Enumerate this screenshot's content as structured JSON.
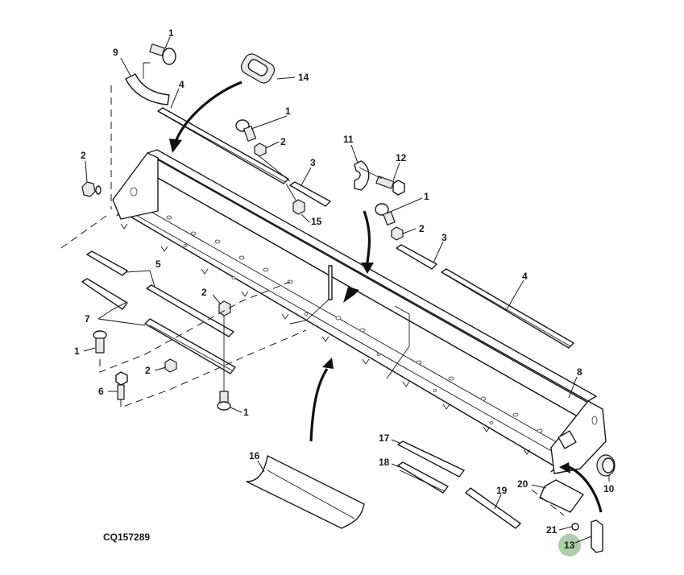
{
  "figure": {
    "id": "CQ157289",
    "title": "Exploded parts diagram",
    "highlight_color": "#9cc69a"
  },
  "callouts": [
    {
      "label": "1",
      "part": "carriage-bolt-top-left"
    },
    {
      "label": "9",
      "part": "curved-bracket"
    },
    {
      "label": "14",
      "part": "rubber-grommet"
    },
    {
      "label": "4",
      "part": "long-strip-upper-left"
    },
    {
      "label": "1",
      "part": "carriage-bolt-upper-mid"
    },
    {
      "label": "2",
      "part": "nut-upper-mid"
    },
    {
      "label": "2",
      "part": "flange-nut-left"
    },
    {
      "label": "3",
      "part": "short-strip-upper-mid"
    },
    {
      "label": "15",
      "part": "flange-nut-15"
    },
    {
      "label": "11",
      "part": "clip-bracket"
    },
    {
      "label": "12",
      "part": "hex-bolt"
    },
    {
      "label": "1",
      "part": "carriage-bolt-right"
    },
    {
      "label": "2",
      "part": "nut-right"
    },
    {
      "label": "3",
      "part": "short-strip-right"
    },
    {
      "label": "4",
      "part": "long-strip-right"
    },
    {
      "label": "5",
      "part": "flat-strips"
    },
    {
      "label": "7",
      "part": "angle-strips"
    },
    {
      "label": "2",
      "part": "nut-lower-mid"
    },
    {
      "label": "1",
      "part": "carriage-bolt-lower-left"
    },
    {
      "label": "2",
      "part": "nut-lower-left"
    },
    {
      "label": "6",
      "part": "hex-bolt-6"
    },
    {
      "label": "1",
      "part": "carriage-bolt-lower-mid"
    },
    {
      "label": "8",
      "part": "main-frame"
    },
    {
      "label": "10",
      "part": "end-plug"
    },
    {
      "label": "16",
      "part": "curved-plate"
    },
    {
      "label": "17",
      "part": "strip-17"
    },
    {
      "label": "18",
      "part": "channel-18"
    },
    {
      "label": "19",
      "part": "bar-19"
    },
    {
      "label": "20",
      "part": "bracket-20"
    },
    {
      "label": "21",
      "part": "pin-21"
    },
    {
      "label": "13",
      "part": "clip-13",
      "highlighted": true
    }
  ]
}
